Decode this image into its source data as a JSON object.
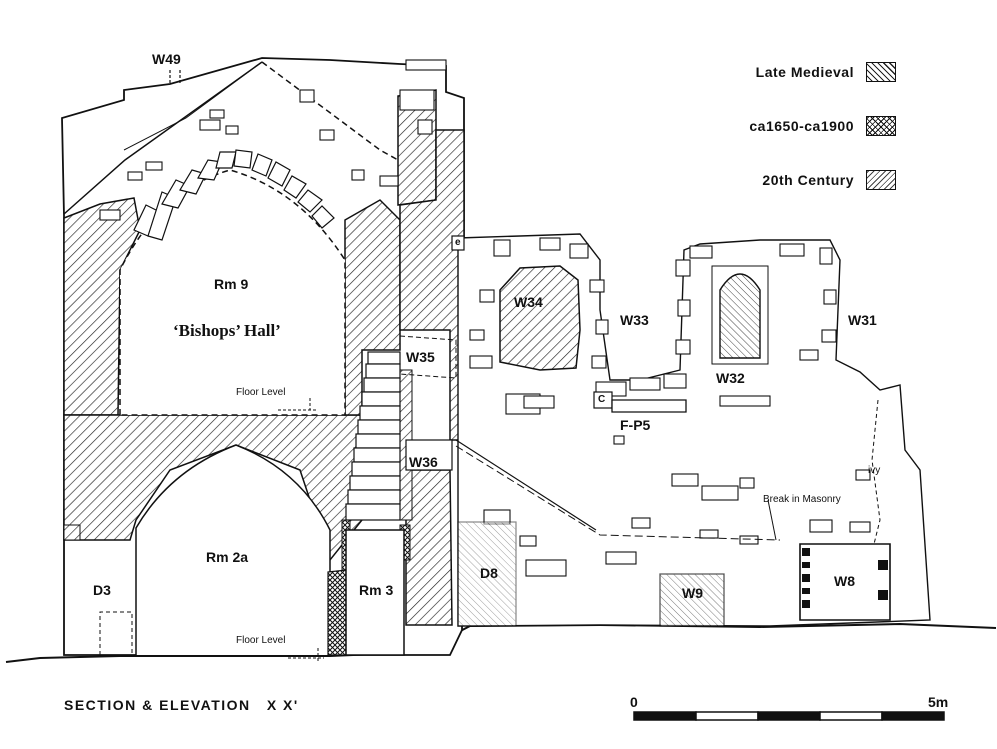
{
  "legend": [
    {
      "label": "Late Medieval",
      "pattern": "diagonal-hatch"
    },
    {
      "label": "ca1650-ca1900",
      "pattern": "cross-hatch"
    },
    {
      "label": "20th Century",
      "pattern": "fine-hatch"
    }
  ],
  "labels": {
    "w49": "W49",
    "rm9": "Rm 9",
    "bishops_hall": "‘Bishops’ Hall’",
    "w34": "W34",
    "w33": "W33",
    "w31": "W31",
    "w35": "W35",
    "w32": "W32",
    "fp5": "F-P5",
    "c": "C",
    "e": "e",
    "floor_level_upper": "Floor Level",
    "floor_level_lower": "Floor Level",
    "w36": "W36",
    "ivy": "ivy",
    "break_masonry": "Break in Masonry",
    "rm2a": "Rm 2a",
    "d3": "D3",
    "rm3": "Rm 3",
    "d8": "D8",
    "w9": "W9",
    "w8": "W8"
  },
  "caption": "SECTION & ELEVATION   X X'",
  "scale": {
    "start": "0",
    "end": "5m",
    "segments": 5
  },
  "colors": {
    "ink": "#111111",
    "paper": "#ffffff"
  }
}
